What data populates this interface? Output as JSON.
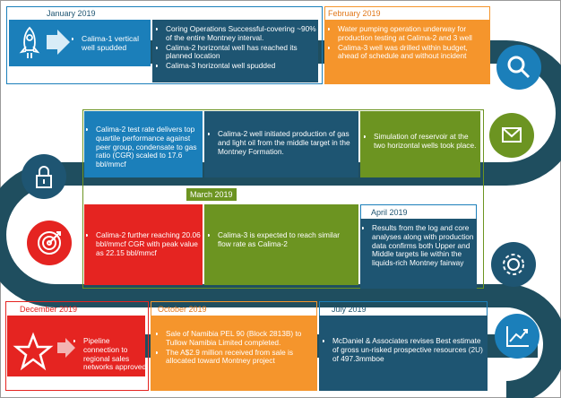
{
  "colors": {
    "blue": "#1b7fba",
    "navy": "#1e5572",
    "orange": "#f5952c",
    "green": "#6c9421",
    "red": "#e52421",
    "road": "#1f4e5f"
  },
  "icons": [
    "rocket-icon",
    "search-icon",
    "mail-icon",
    "lock-icon",
    "target-icon",
    "gear-icon",
    "chart-icon",
    "star-icon"
  ],
  "periods": {
    "jan": "January 2019",
    "feb": "February 2019",
    "mar": "March 2019",
    "apr": "April 2019",
    "dec": "December 2019",
    "oct": "October 2019",
    "jul": "July 2019"
  },
  "cards": {
    "jan1": "Calima-1 vertical well spudded",
    "jan2": [
      "Coring Operations Successful-covering ~90% of the entire Montney interval.",
      "Calima-2 horizontal well has reached its planned location",
      "Calima-3 horizontal well spudded"
    ],
    "feb1": [
      "Water pumping operation underway for production testing at Calima-2 and 3 well",
      "Calima-3 well was drilled within budget, ahead of schedule and without incident"
    ],
    "mar1": "Calima-2 test rate delivers top quartile performance against peer group, condensate to gas ratio (CGR) scaled to 17.6 bbl/mmcf",
    "mar2": "Calima-2 well initiated production of gas and light oil from the middle target in the Montney Formation.",
    "mar3": "Simulation of reservoir at the two horizontal wells took place.",
    "mar4": "Calima-2 further reaching 20.06 bbl/mmcf CGR with peak value as 22.15 bbl/mmcf",
    "mar5": "Calima-3 is expected to reach similar flow rate as Calima-2",
    "apr1": "Results from the log and core analyses along with production data confirms both Upper and Middle targets lie within the liquids-rich Montney fairway",
    "dec1": "Pipeline connection to regional sales networks approved",
    "oct1": [
      "Sale of Namibia PEL 90 (Block 2813B) to Tullow Namibia Limited completed.",
      "The A$2.9 million received from sale is allocated toward Montney project"
    ],
    "jul1": "McDaniel & Associates revises Best estimate of gross un-risked prospective resources (2U) of 497.3mmboe"
  }
}
